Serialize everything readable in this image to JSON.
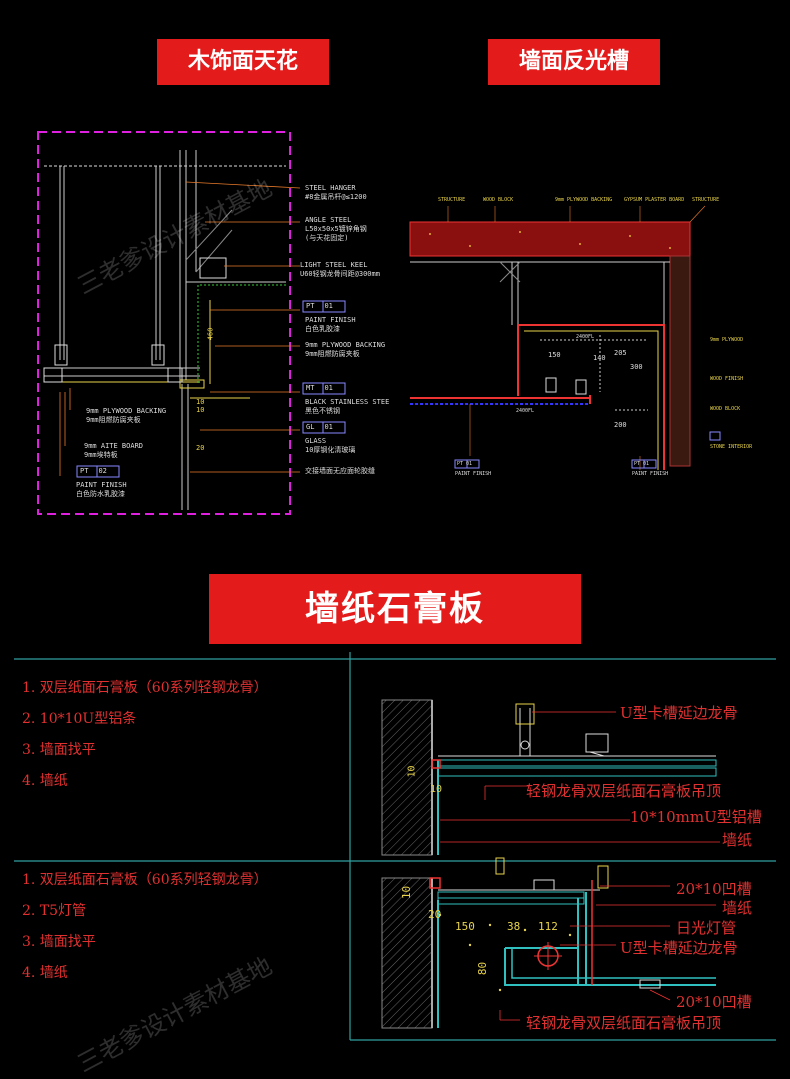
{
  "banners": {
    "wood_ceiling": "木饰面天花",
    "wall_cove": "墙面反光槽",
    "wallpaper_gypsum": "墙纸石膏板"
  },
  "wood_ceiling_notes": {
    "steel_hanger_en": "STEEL HANGER",
    "steel_hanger_cn": "#8金属吊杆@≤1200",
    "angle_steel_en": "ANGLE STEEL",
    "angle_steel_spec": "L50x50x5镀锌角钢",
    "angle_steel_cn": "(与天花固定)",
    "light_keel_en": "LIGHT STEEL KEEL",
    "light_keel_cn": "U60轻钢龙骨间距@300mm",
    "pt_tag": "PT",
    "pt_num": "01",
    "paint_finish_en": "PAINT FINISH",
    "paint_finish_cn": "白色乳胶漆",
    "plywood_en": "9mm PLYWOOD BACKING",
    "plywood_cn": "9mm阻燃防腐夹板",
    "mt_tag": "MT",
    "mt_num": "01",
    "stainless_en": "BLACK STAINLESS STEE",
    "stainless_cn": "黑色不锈钢",
    "gl_tag": "GL",
    "gl_num": "01",
    "glass_en": "GLASS",
    "glass_cn": "10厚钢化清玻璃",
    "joint_cn": "交接墙面无应面轮胶缝",
    "left_plywood_en": "9mm PLYWOOD BACKING",
    "left_plywood_cn": "9mm阻燃防腐夹板",
    "aite_en": "9mm AITE BOARD",
    "aite_cn": "9mm埃特板",
    "pt2_tag": "PT",
    "pt2_num": "02",
    "paint2_en": "PAINT FINISH",
    "paint2_cn": "白色防水乳胶漆",
    "dim_460": "460",
    "dim_10a": "10",
    "dim_10b": "10",
    "dim_20": "20"
  },
  "cove_notes": {
    "structure": "STRUCTURE",
    "wood_block": "WOOD BLOCK",
    "plywood": "9mm PLYWOOD BACKING",
    "gypsum": "GYPSUM PLASTER BOARD",
    "structure2": "STRUCTURE",
    "dim_150": "150",
    "dim_140": "140",
    "dim_205": "205",
    "dim_300": "300",
    "dim_200": "200",
    "dim_2400a": "2400FL",
    "dim_2400b": "2400FL",
    "pt_a": "PT",
    "pt_a_num": "01",
    "paint_a": "PAINT FINISH",
    "pt_b": "PT",
    "pt_b_num": "01",
    "paint_b": "PAINT FINISH",
    "right_plywood": "9mm PLYWOOD",
    "wood_finish": "WOOD FINISH",
    "wood_block2": "WOOD BLOCK",
    "stone": "STONE INTERIOR"
  },
  "list_top": [
    "1. 双层纸面石膏板（60系列轻钢龙骨）",
    "2. 10*10U型铝条",
    "3. 墙面找平",
    "4. 墙纸"
  ],
  "list_bottom": [
    "1. 双层纸面石膏板（60系列轻钢龙骨）",
    "2. T5灯管",
    "3. 墙面找平",
    "4. 墙纸"
  ],
  "detail_top": {
    "u_channel": "U型卡槽延边龙骨",
    "keel_board": "轻钢龙骨双层纸面石膏板吊顶",
    "alu": "10*10mmU型铝槽",
    "wallpaper": "墙纸",
    "dim_10a": "10",
    "dim_10b": "10"
  },
  "detail_bottom": {
    "groove_top": "20*10凹槽",
    "wallpaper": "墙纸",
    "lamp": "日光灯管",
    "u_channel": "U型卡槽延边龙骨",
    "groove_bottom": "20*10凹槽",
    "keel_board": "轻钢龙骨双层纸面石膏板吊顶",
    "dim_10": "10",
    "dim_20": "20",
    "dim_150": "150",
    "dim_38": "38",
    "dim_112": "112",
    "dim_80": "80"
  },
  "watermarks": [
    "三老爹设计素材基地",
    "三老爹设计素材基地"
  ],
  "colors": {
    "banner": "#e31b1b",
    "magenta": "#e020e0",
    "red_text": "#e03030",
    "cyan": "#30c0c0"
  }
}
